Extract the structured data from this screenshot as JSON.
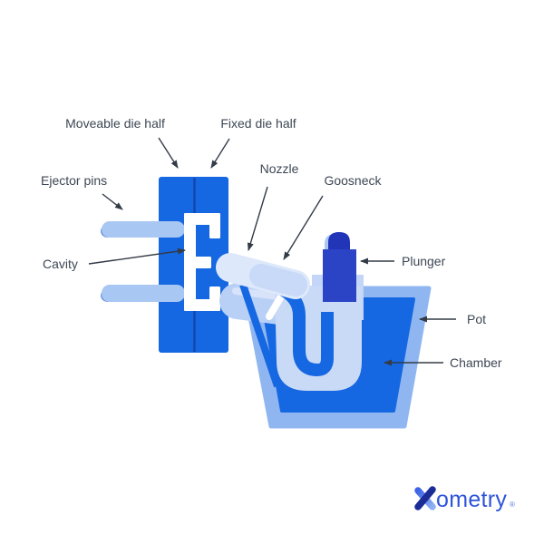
{
  "diagram": {
    "labels": {
      "moveable_die_half": "Moveable die half",
      "fixed_die_half": "Fixed die half",
      "ejector_pins": "Ejector pins",
      "cavity": "Cavity",
      "nozzle": "Nozzle",
      "goosneck": "Goosneck",
      "plunger": "Plunger",
      "pot": "Pot",
      "chamber": "Chamber"
    },
    "colors": {
      "die_blue": "#1567E2",
      "parting_line": "#1349AE",
      "pin_light": "#A9C7F3",
      "pin_tip_shade": "#6C94E0",
      "cavity_white": "#FFFFFF",
      "nozzle_light": "#DDE8FB",
      "nozzle_mid": "#C9D9F8",
      "gooseneck_light": "#B9D0F6",
      "gooseneck_highlight": "#D8E3FA",
      "sleeve_light": "#C3D6F7",
      "tube_light": "#C9DAF7",
      "pot_light": "#8FB6F0",
      "chamber_blue": "#1567E2",
      "plunger_navy": "#2B44C6",
      "plunger_knob_navy": "#2234B8",
      "plunger_highlight": "#A9C7F3",
      "label_text": "#3D4754",
      "arrow_dark": "#333B47"
    }
  },
  "logo": {
    "brand": "Xometry",
    "x_icon": "xometry-x-icon",
    "wordmark": "ometry",
    "registered_mark": "®",
    "wordmark_blue": "#2E53DB",
    "x_navy": "#1B2C96",
    "x_gradient_start": "#3E63E6",
    "x_gradient_end": "#8FB0F4"
  }
}
